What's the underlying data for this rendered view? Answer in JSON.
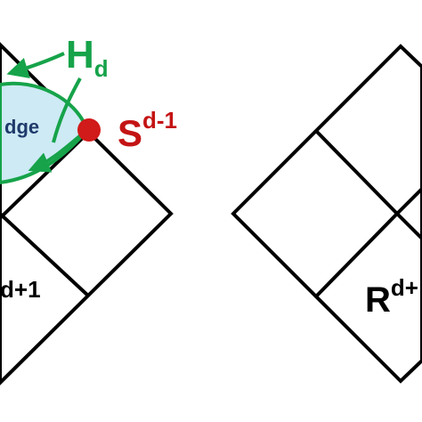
{
  "colors": {
    "stroke": "#000000",
    "wedge_fill": "#cdeaf5",
    "arrow_green": "#16a34a",
    "point_red": "#d11a1a",
    "label_red": "#c41414",
    "wedge_text": "#1f3a6b"
  },
  "labels": {
    "wedge": "dge",
    "hd_base": "H",
    "hd_sub": "d",
    "s_base": "S",
    "s_sup": "d-1",
    "left_region_sup": "d+1",
    "right_region_base": "R",
    "right_region_sup": "d+"
  }
}
